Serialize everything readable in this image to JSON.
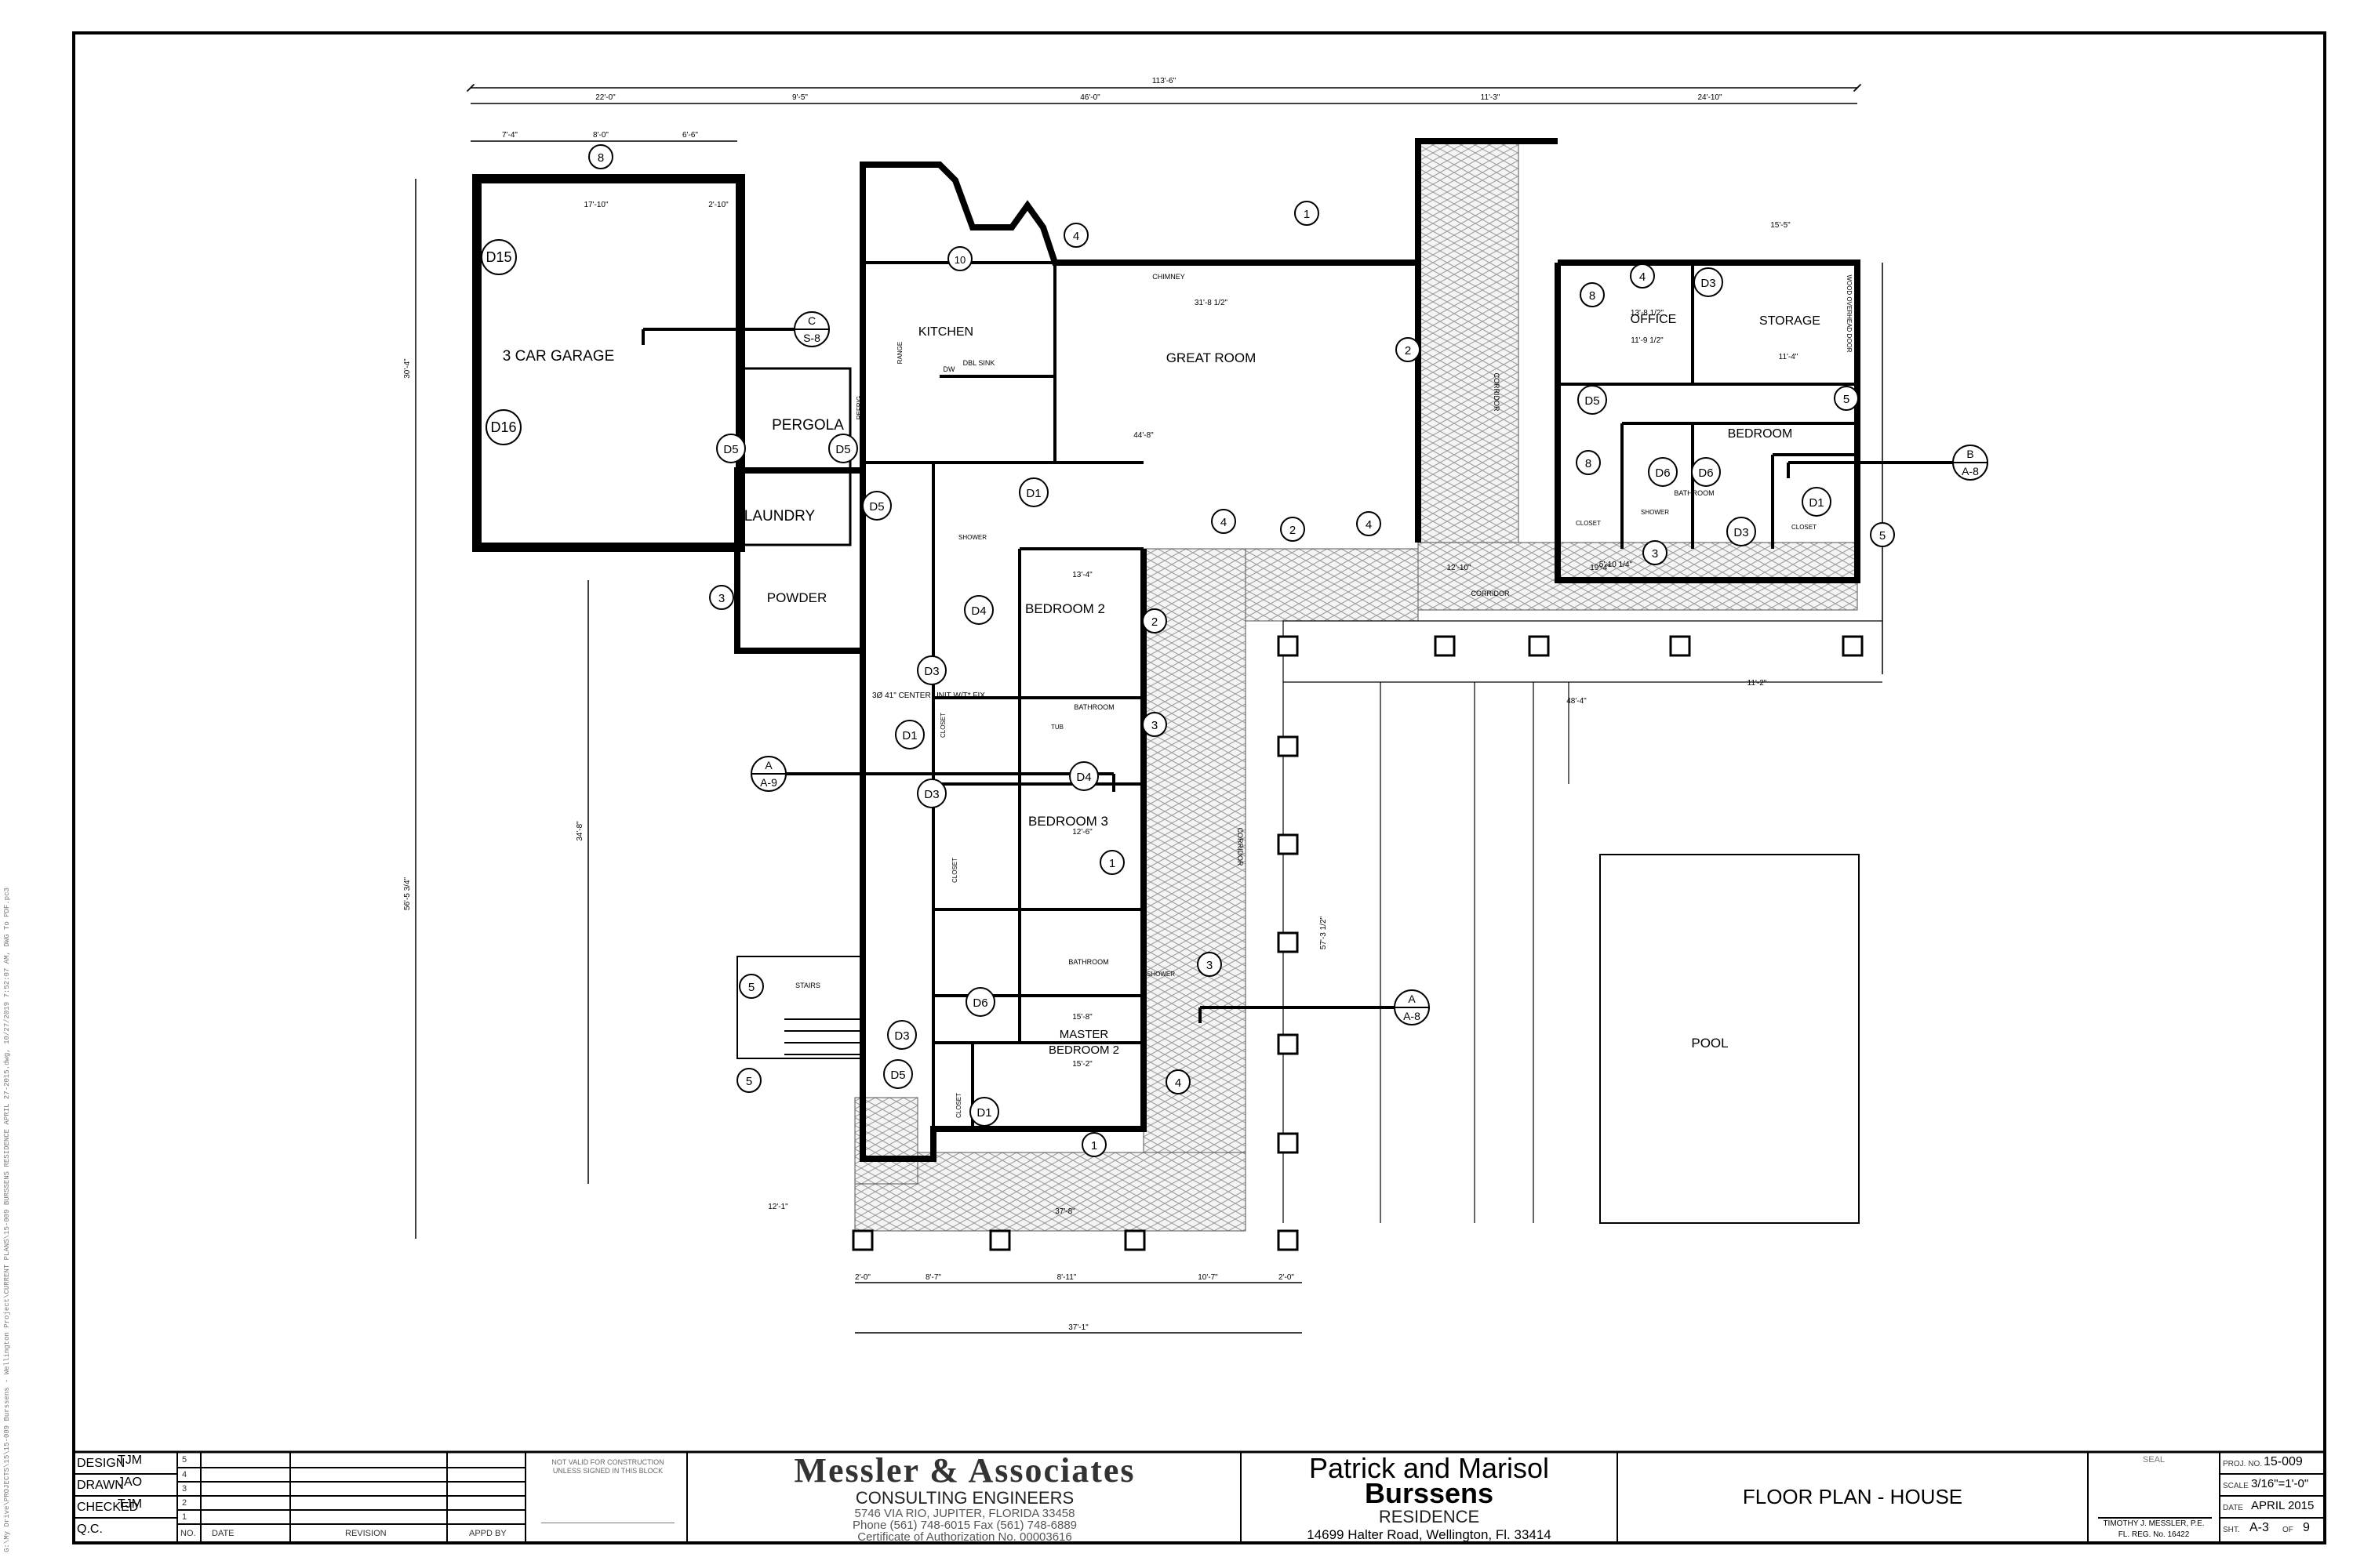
{
  "plan": {
    "rooms": {
      "garage": "3 CAR GARAGE",
      "pergola": "PERGOLA",
      "laundry": "LAUNDRY",
      "powder": "POWDER",
      "kitchen": "KITCHEN",
      "great_room": "GREAT ROOM",
      "chimney": "CHIMNEY",
      "bedroom2": "BEDROOM 2",
      "bedroom3": "BEDROOM 3",
      "master1": "MASTER",
      "master2": "BEDROOM 2",
      "office": "OFFICE",
      "storage": "STORAGE",
      "bedroom": "BEDROOM",
      "pool": "POOL",
      "corridor": "CORRIDOR",
      "stairs": "STAIRS",
      "bathroom": "BATHROOM",
      "shower": "SHOWER",
      "closet": "CLOSET",
      "tub": "TUB",
      "dw": "DW",
      "dbl_sink": "DBL SINK",
      "range": "RANGE",
      "refrig": "REFRIG",
      "wood_door": "WOOD OVERHEAD DOOR",
      "unit_note": "3Ø 41\" CENTER UNIT W/T* FIX"
    },
    "tags": {
      "d15": "D15",
      "d16": "D16",
      "d5": "D5",
      "d1": "D1",
      "d3": "D3",
      "d4": "D4",
      "d6": "D6",
      "n1": "1",
      "n2": "2",
      "n3": "3",
      "n4": "4",
      "n5": "5",
      "n8": "8",
      "n10": "10"
    },
    "sections": {
      "c_s8_top": "C",
      "c_s8_bot": "S-8",
      "b_a8_top": "B",
      "b_a8_bot": "A-8",
      "a_a9_top": "A",
      "a_a9_bot": "A-9",
      "a_a8_top": "A",
      "a_a8_bot": "A-8"
    },
    "dims": {
      "overall": "113'-6\"",
      "d22": "22'-0\"",
      "d9_5": "9'-5\"",
      "d46": "46'-0\"",
      "d11_3": "11'-3\"",
      "d24_10": "24'-10\"",
      "d7_4": "7'-4\"",
      "d8": "8'-0\"",
      "d6_6": "6'-6\"",
      "d17_10": "17'-10\"",
      "d2_10": "2'-10\"",
      "d31_8": "31'-8 1/2\"",
      "d44_8": "44'-8\"",
      "d13_4": "13'-4\"",
      "d12_6": "12'-6\"",
      "d15_2": "15'-2\"",
      "d15_8": "15'-8\"",
      "d37_8": "37'-8\"",
      "d37_1": "37'-1\"",
      "d48_4": "48'-4\"",
      "d8_7": "8'-7\"",
      "d8_11": "8'-11\"",
      "d10_7": "10'-7\"",
      "d2_0": "2'-0\"",
      "d30_4": "30'-4\"",
      "d56_5": "56'-5 3/4\"",
      "d34_8": "34'-8\"",
      "d57_3": "57'-3 1/2\"",
      "d15_5": "15'-5\"",
      "d11_4": "11'-4\"",
      "d13_8": "13'-8 1/2\"",
      "d11_9": "11'-9 1/2\"",
      "d5_10": "5'-10 1/4\"",
      "d12_1": "12'-1\"",
      "d19_4": "19'-4\"",
      "d12_10": "12'-10\"",
      "d11_2": "11'-2\""
    }
  },
  "title_block": {
    "design_label": "DESIGN",
    "design_val": "TJM",
    "drawn_label": "DRAWN",
    "drawn_val": "JAO",
    "checked_label": "CHECKED",
    "checked_val": "TJM",
    "qc_label": "Q.C.",
    "rev_no": "NO.",
    "rev_date": "DATE",
    "rev_revision": "REVISION",
    "rev_appd": "APPD BY",
    "rev_rows": [
      "5",
      "4",
      "3",
      "2",
      "1"
    ],
    "not_valid": "NOT VALID FOR CONSTRUCTION UNLESS SIGNED IN THIS BLOCK",
    "firm": "Messler & Associates",
    "firm_sub": "CONSULTING ENGINEERS",
    "firm_addr": "5746 VIA RIO, JUPITER, FLORIDA 33458",
    "firm_phone": "Phone (561) 748-6015  Fax (561) 748-6889",
    "firm_cert": "Certificate of Authorization No. 00003616",
    "owner1": "Patrick and Marisol",
    "owner2": "Burssens",
    "owner3": "RESIDENCE",
    "owner_addr": "14699 Halter Road, Wellington, Fl. 33414",
    "sheet_title": "FLOOR PLAN - HOUSE",
    "seal_label": "SEAL",
    "engineer": "TIMOTHY J. MESSLER, P.E.",
    "reg": "FL. REG. No. 16422",
    "proj_label": "PROJ. NO.",
    "proj_val": "15-009",
    "scale_label": "SCALE",
    "scale_val": "3/16\"=1'-0\"",
    "date_label": "DATE",
    "date_val": "APRIL 2015",
    "sht_label": "SHT.",
    "sht_val": "A-3",
    "of_label": "OF",
    "of_val": "9"
  },
  "side_note": "G:\\My Drive\\PROJECTS\\15\\15-009 Burssens - Wellington Project\\CURRENT PLANS\\15-009 BURSSENS RESIDENCE APRIL 27-2015.dwg, 10/27/2019 7:52:07 AM, DWG To PDF.pc3"
}
